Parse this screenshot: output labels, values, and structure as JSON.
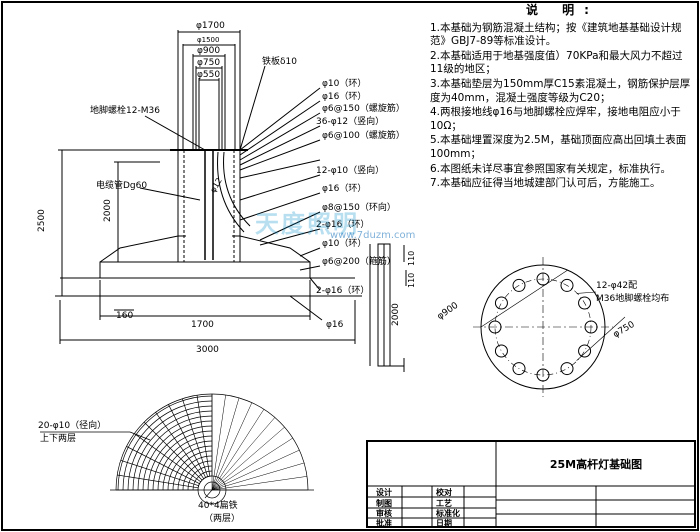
{
  "watermark": {
    "brand": "天度照明",
    "url": "www.7duzm.com"
  },
  "elevation": {
    "dims_top": [
      "φ1700",
      "φ1500",
      "φ900",
      "φ750",
      "φ550"
    ],
    "labels": {
      "plate": "铁板δ10",
      "bolt": "地脚螺栓12-M36",
      "r1": "φ10（环）",
      "r2": "φ16（环）",
      "r3": "φ6@150（螺旋筋）",
      "r4": "36-φ12（竖向）",
      "r5": "φ6@100（螺旋筋）",
      "conduit": "电缆管Dg60",
      "r6": "12-φ10（竖向）",
      "r7": "φ16（环）",
      "r8": "φ8@150（环向）",
      "r9": "2-φ16（环）",
      "r10": "φ10（环）",
      "r11": "φ6@200（箍筋）",
      "r12": "2-φ16（环）",
      "ground": "φ16",
      "small": "φ12"
    },
    "dims": {
      "height_total": "2500",
      "height_col": "2000",
      "height_small": "2000",
      "base_width": "1700",
      "total_width": "3000",
      "left_step": "160",
      "right_a": "110",
      "right_b": "110"
    }
  },
  "plan_fan": {
    "label_top": "20-φ10（径向）",
    "label_top2": "上下两层",
    "label_bottom": "40*4扁铁",
    "label_bottom2": "（两层）"
  },
  "bolt_circle": {
    "label": "12-φ42配",
    "label2": "M36地脚螺栓均布",
    "outer": "φ900",
    "inner": "φ750",
    "hole_count": 12
  },
  "notes": {
    "title": "说 明:",
    "items": [
      "1.本基础为钢筋混凝土结构；按《建筑地基基础设计规范》GBJ7-89等标准设计。",
      "2.本基础适用于地基强度值）70KPa和最大风力不超过11级的地区；",
      "3.本基础垫层为150mm厚C15素混凝土，钢筋保护层厚度为40mm，混凝土强度等级为C20；",
      "4.两根接地线φ16与地脚螺栓应焊牢，接地电阻应小于10Ω；",
      "5.本基础埋置深度为2.5M，基础顶面应高出回填土表面100mm；",
      "6.本图纸未详尽事宜参照国家有关规定，标准执行。",
      "7.本基础应征得当地城建部门认可后，方能施工。"
    ]
  },
  "title_block": {
    "title": "25M高杆灯基础图",
    "rows": [
      {
        "a": "设计",
        "b": "校对"
      },
      {
        "a": "制图",
        "b": "工艺"
      },
      {
        "a": "审核",
        "b": "标准化"
      },
      {
        "a": "批准",
        "b": "日期"
      }
    ]
  }
}
